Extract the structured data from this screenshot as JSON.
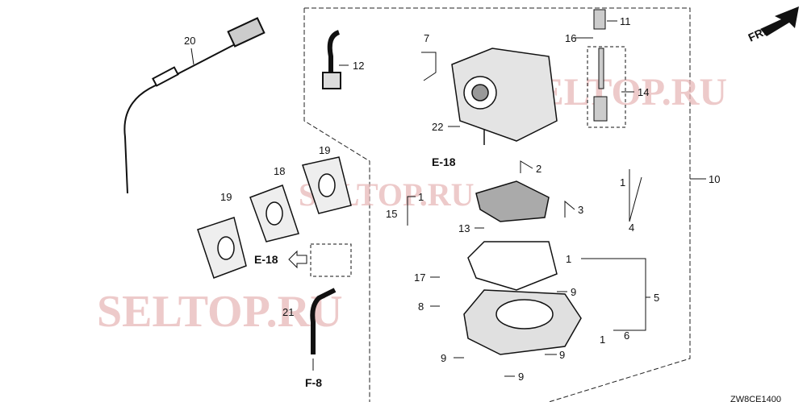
{
  "diagram": {
    "code": "ZW8CE1400",
    "direction_label": "FR.",
    "watermark": "SELTOP.RU",
    "refs": [
      "E-18",
      "E-18",
      "F-8"
    ],
    "parts": [
      "20",
      "12",
      "7",
      "11",
      "16",
      "14",
      "22",
      "2",
      "10",
      "19",
      "18",
      "19",
      "1",
      "15",
      "3",
      "13",
      "1",
      "4",
      "17",
      "1",
      "9",
      "5",
      "8",
      "21",
      "1",
      "6",
      "9",
      "9",
      "9"
    ]
  }
}
